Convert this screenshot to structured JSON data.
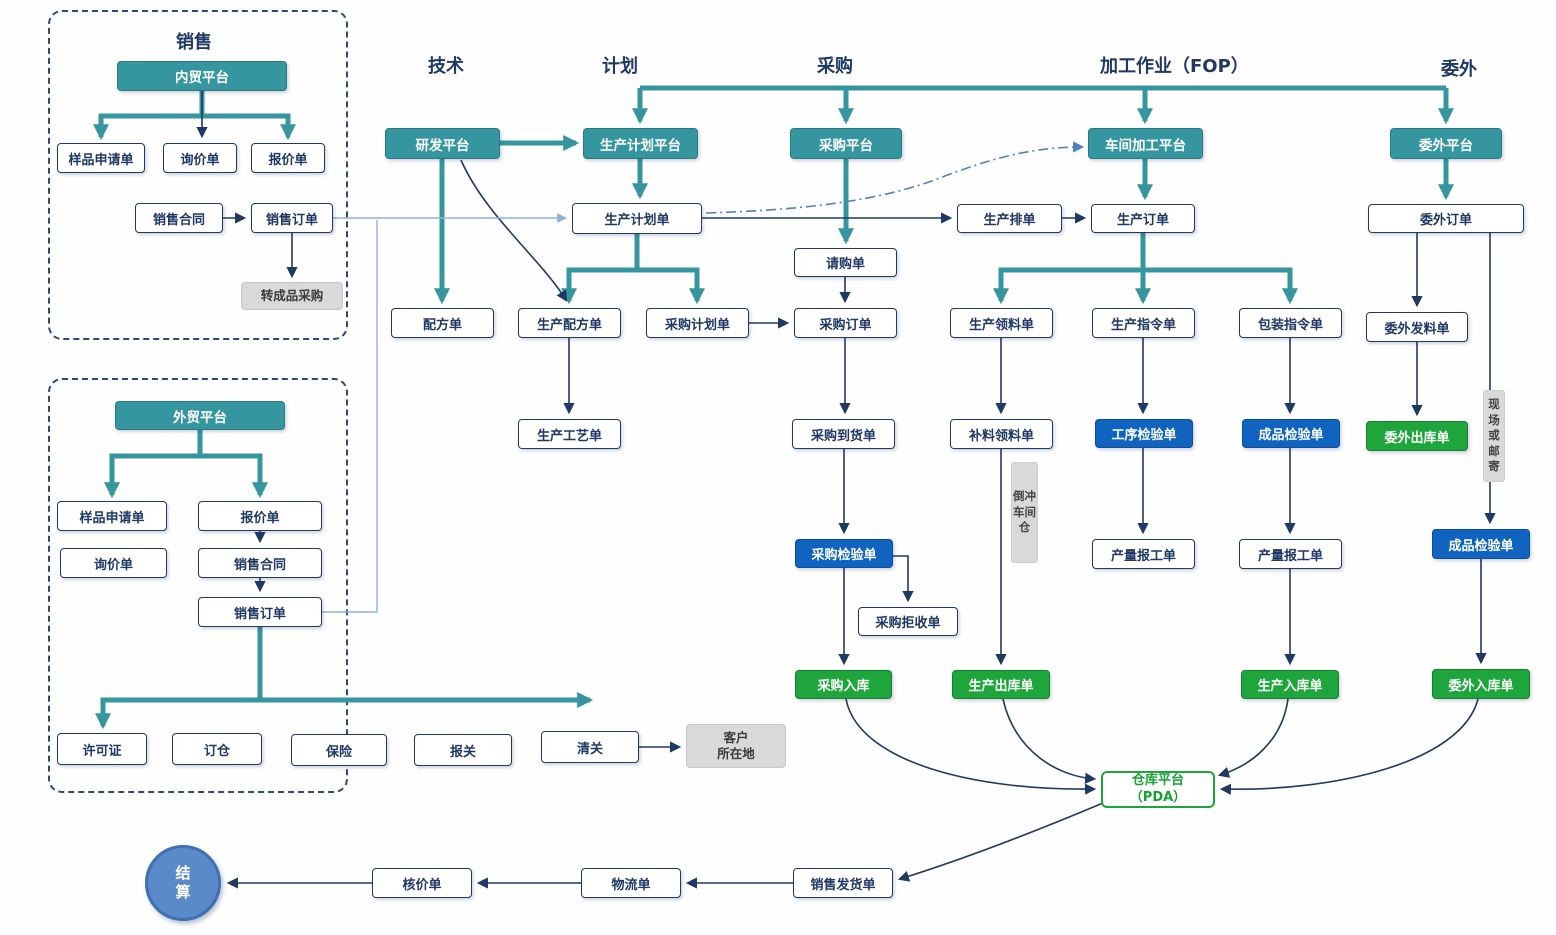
{
  "headers": {
    "sales": "销售",
    "tech": "技术",
    "plan": "计划",
    "purchase": "采购",
    "fop": "加工作业（FOP）",
    "outsource": "委外"
  },
  "sales_domestic": {
    "platform": "内贸平台",
    "sample_request": "样品申请单",
    "inquiry": "询价单",
    "quotation": "报价单",
    "contract": "销售合同",
    "order": "销售订单",
    "to_finished_purchase": "转成品采购"
  },
  "sales_foreign": {
    "platform": "外贸平台",
    "sample_request": "样品申请单",
    "quotation": "报价单",
    "inquiry": "询价单",
    "contract": "销售合同",
    "order": "销售订单",
    "license": "许可证",
    "booking": "订仓",
    "insurance": "保险",
    "customs_declaration": "报关",
    "customs_clearance": "清关",
    "customer_location": {
      "line1": "客户",
      "line2": "所在地"
    }
  },
  "tech": {
    "platform": "研发平台",
    "formula": "配方单",
    "production_formula": "生产配方单",
    "production_process": "生产工艺单"
  },
  "plan": {
    "platform": "生产计划平台",
    "production_plan": "生产计划单",
    "purchase_plan": "采购计划单"
  },
  "purchase": {
    "platform": "采购平台",
    "requisition": "请购单",
    "order": "采购订单",
    "arrival": "采购到货单",
    "inspection": "采购检验单",
    "rejection": "采购拒收单",
    "inbound": "采购入库"
  },
  "fop": {
    "platform": "车间加工平台",
    "schedule": "生产排单",
    "order": "生产订单",
    "material_requisition": "生产领料单",
    "instruction": "生产指令单",
    "packing_instruction": "包装指令单",
    "supplement_requisition": "补料领料单",
    "process_inspection": "工序检验单",
    "finished_inspection": "成品检验单",
    "backflush_warehouse": "倒冲车间仓",
    "output_report_left": "产量报工单",
    "output_report_right": "产量报工单",
    "outbound": "生产出库单",
    "inbound": "生产入库单"
  },
  "outsource": {
    "platform": "委外平台",
    "order": "委外订单",
    "material_issue": "委外发料单",
    "outbound": "委外出库单",
    "site_or_mail": "现场或邮寄",
    "finished_inspection": "成品检验单",
    "inbound": "委外入库单"
  },
  "warehouse": {
    "line1": "仓库平台",
    "line2": "（PDA）"
  },
  "bottom": {
    "sales_delivery": "销售发货单",
    "logistics": "物流单",
    "pricing": "核价单",
    "settlement": "结算"
  },
  "colors": {
    "teal": "#35969f",
    "navy": "#1f3864",
    "blue": "#1064c0",
    "green": "#1ea63c",
    "gray": "#d9d9d9",
    "light_line": "#8fb1d9",
    "dash_line": "#4f81bd"
  }
}
